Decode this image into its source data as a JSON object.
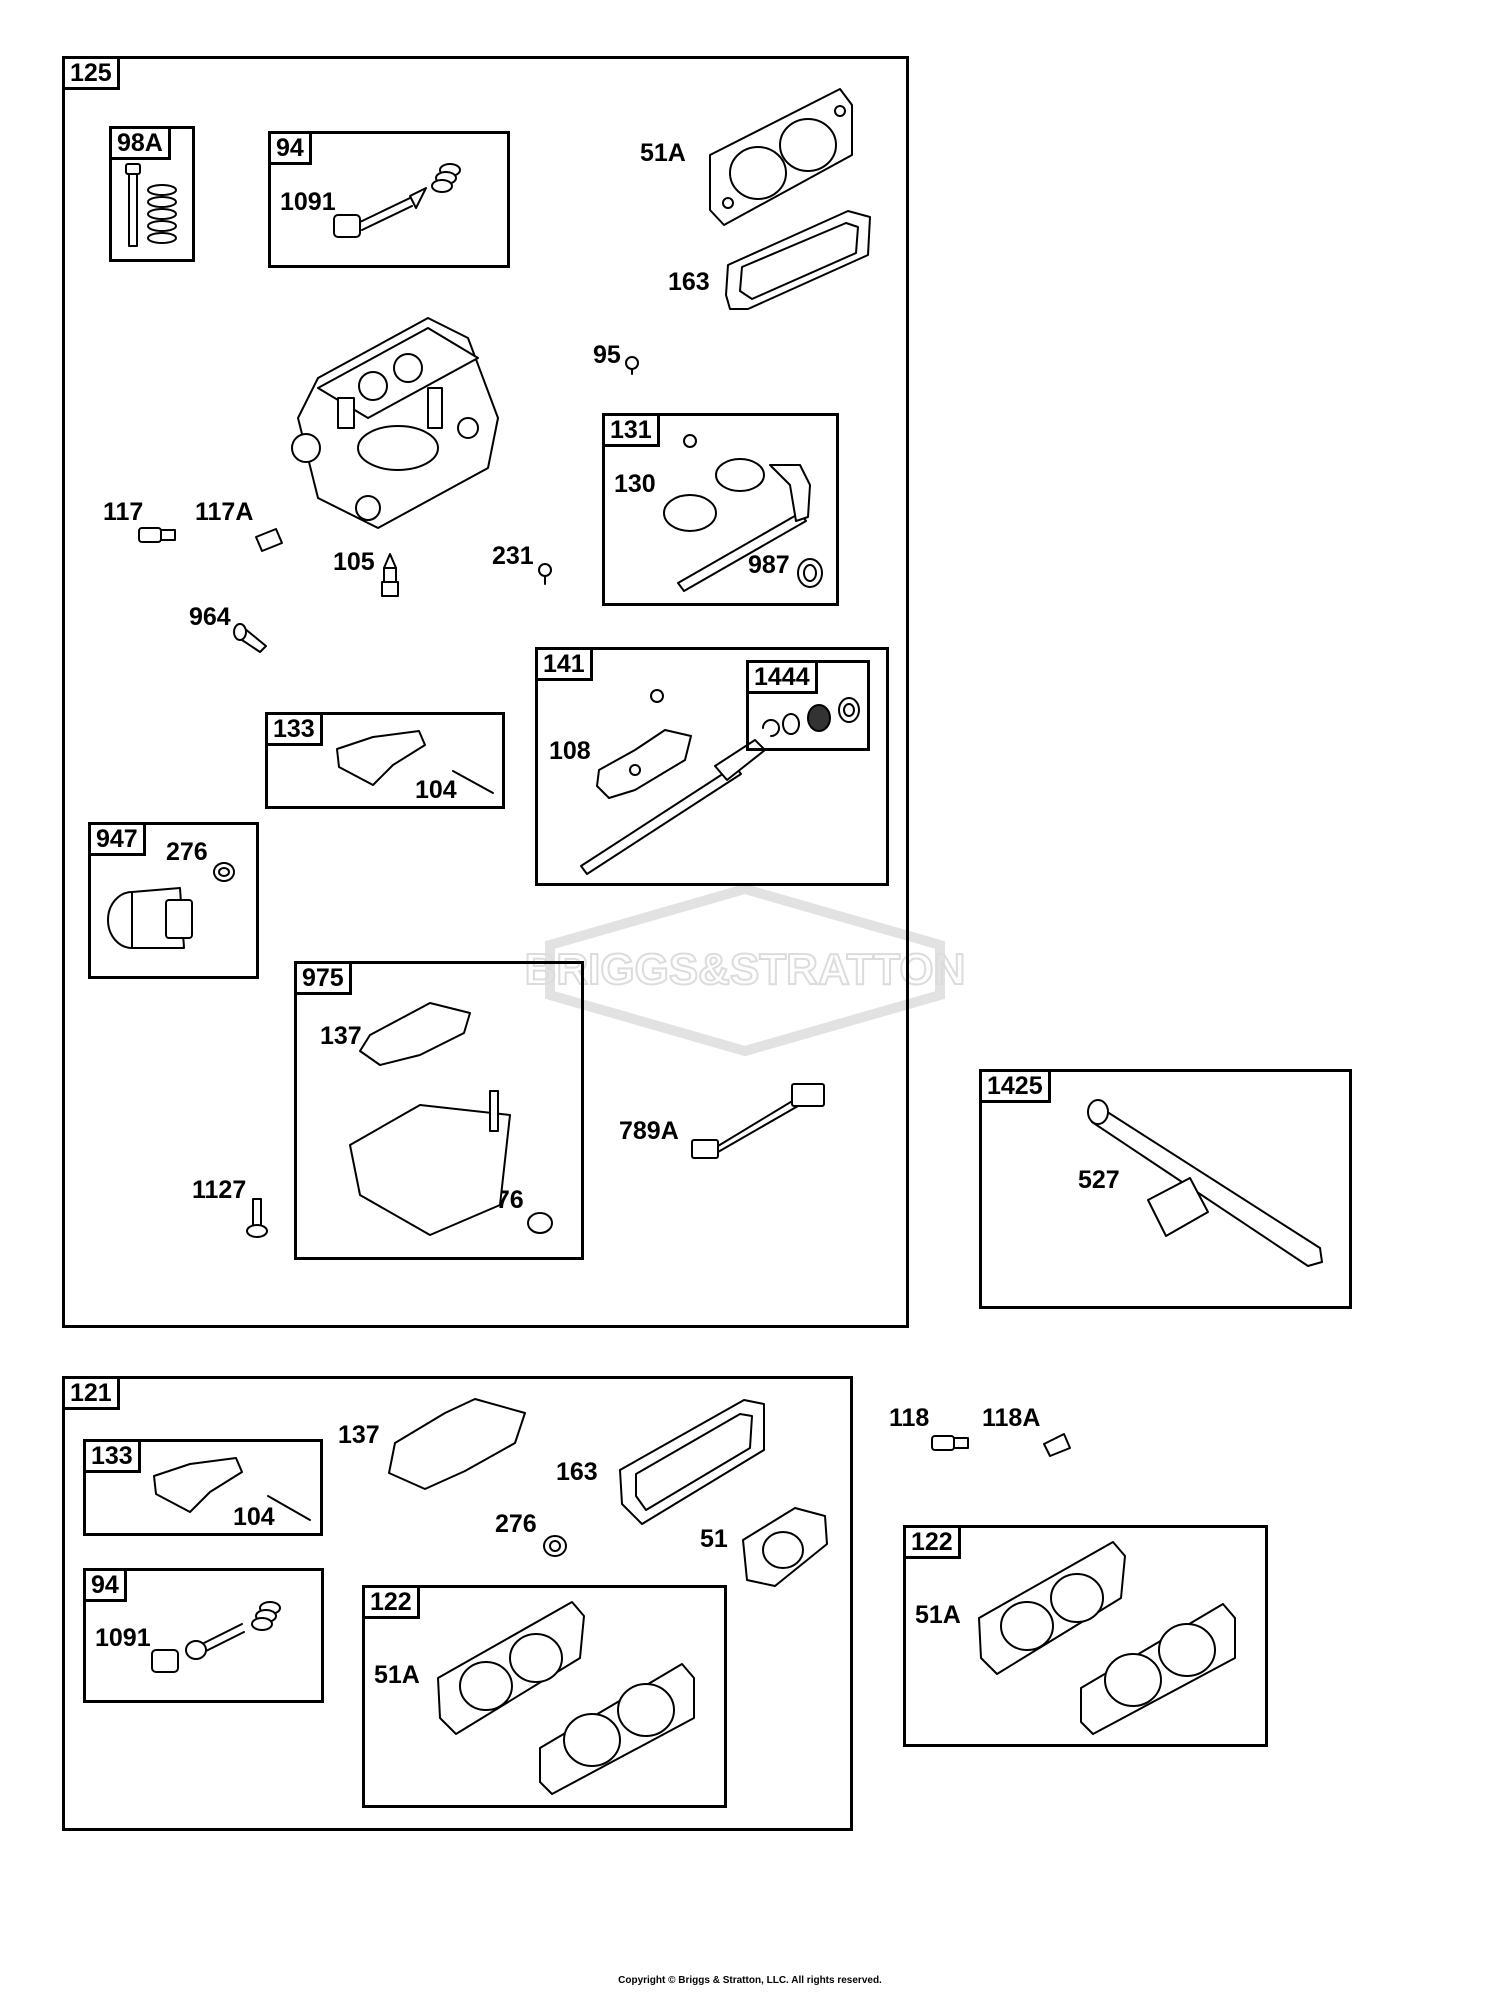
{
  "watermark": {
    "brand": "BRIGGS&STRATTON"
  },
  "copyright": "Copyright © Briggs & Stratton, LLC. All rights reserved.",
  "kit125": {
    "tag": "125",
    "kit98A": {
      "tag": "98A"
    },
    "kit94": {
      "tag": "94",
      "part_1091": "1091"
    },
    "part_51A": "51A",
    "part_163": "163",
    "part_95": "95",
    "kit131": {
      "tag": "131",
      "part_130": "130",
      "part_987": "987"
    },
    "part_117": "117",
    "part_117A": "117A",
    "part_105": "105",
    "part_231": "231",
    "part_964": "964",
    "kit141": {
      "tag": "141",
      "part_108": "108",
      "kit1444": {
        "tag": "1444"
      }
    },
    "kit133": {
      "tag": "133",
      "part_104": "104"
    },
    "kit947": {
      "tag": "947",
      "part_276": "276"
    },
    "kit975": {
      "tag": "975",
      "part_137": "137",
      "part_276": "276"
    },
    "part_789A": "789A",
    "part_1127": "1127"
  },
  "kit1425": {
    "tag": "1425",
    "part_527": "527"
  },
  "kit121": {
    "tag": "121",
    "kit133": {
      "tag": "133",
      "part_104": "104"
    },
    "part_137": "137",
    "part_163": "163",
    "part_276": "276",
    "part_51": "51",
    "kit94": {
      "tag": "94",
      "part_1091": "1091"
    },
    "kit122": {
      "tag": "122",
      "part_51A": "51A"
    }
  },
  "part_118": "118",
  "part_118A": "118A",
  "kit122": {
    "tag": "122",
    "part_51A": "51A"
  }
}
